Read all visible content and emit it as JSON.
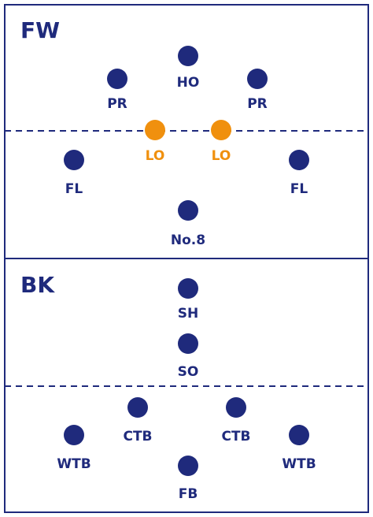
{
  "colors": {
    "primary": "#1f2a7c",
    "highlight": "#f0900e",
    "background": "#ffffff"
  },
  "sections": {
    "forwards_title": "FW",
    "backs_title": "BK"
  },
  "positions": [
    {
      "id": "ho",
      "label": "HO",
      "highlight": false
    },
    {
      "id": "pr-left",
      "label": "PR",
      "highlight": false
    },
    {
      "id": "pr-right",
      "label": "PR",
      "highlight": false
    },
    {
      "id": "lo-left",
      "label": "LO",
      "highlight": true
    },
    {
      "id": "lo-right",
      "label": "LO",
      "highlight": true
    },
    {
      "id": "fl-left",
      "label": "FL",
      "highlight": false
    },
    {
      "id": "fl-right",
      "label": "FL",
      "highlight": false
    },
    {
      "id": "no8",
      "label": "No.8",
      "highlight": false
    },
    {
      "id": "sh",
      "label": "SH",
      "highlight": false
    },
    {
      "id": "so",
      "label": "SO",
      "highlight": false
    },
    {
      "id": "ctb-left",
      "label": "CTB",
      "highlight": false
    },
    {
      "id": "ctb-right",
      "label": "CTB",
      "highlight": false
    },
    {
      "id": "wtb-left",
      "label": "WTB",
      "highlight": false
    },
    {
      "id": "wtb-right",
      "label": "WTB",
      "highlight": false
    },
    {
      "id": "fb",
      "label": "FB",
      "highlight": false
    }
  ]
}
